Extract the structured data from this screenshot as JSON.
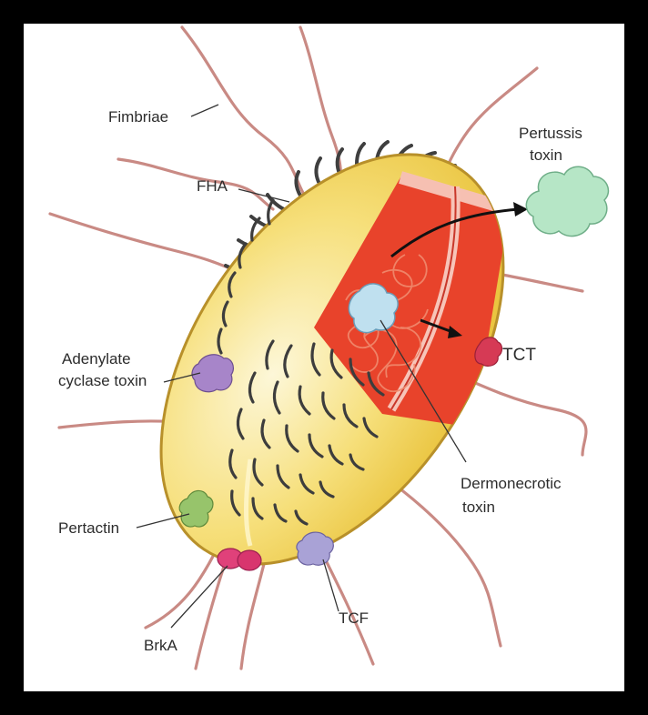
{
  "diagram": {
    "labels": {
      "fimbriae": "Fimbriae",
      "fha": "FHA",
      "pertussis_line1": "Pertussis",
      "pertussis_line2": "toxin",
      "adenylate_line1": "Adenylate",
      "adenylate_line2": "cyclase toxin",
      "tct": "TCT",
      "pertactin": "Pertactin",
      "dermo_line1": "Dermonecrotic",
      "dermo_line2": "toxin",
      "brka": "BrkA",
      "tcf": "TCF"
    },
    "colors": {
      "frame": "#000000",
      "cell_body": "#f2d24a",
      "cell_highlight": "#fbf0b8",
      "cytoplasm": "#e8432b",
      "membrane": "#f3b4a8",
      "pertussis_toxin": "#b6e6c6",
      "dermonecrotic_toxin": "#bfe0ef",
      "tct": "#d63a55",
      "adenylate_cyclase_toxin": "#a785c9",
      "pertactin": "#97c46b",
      "brka": "#e0417a",
      "tcf": "#a9a2d6",
      "fimbriae": "#c98a84",
      "pili": "#4a4a4a"
    }
  }
}
